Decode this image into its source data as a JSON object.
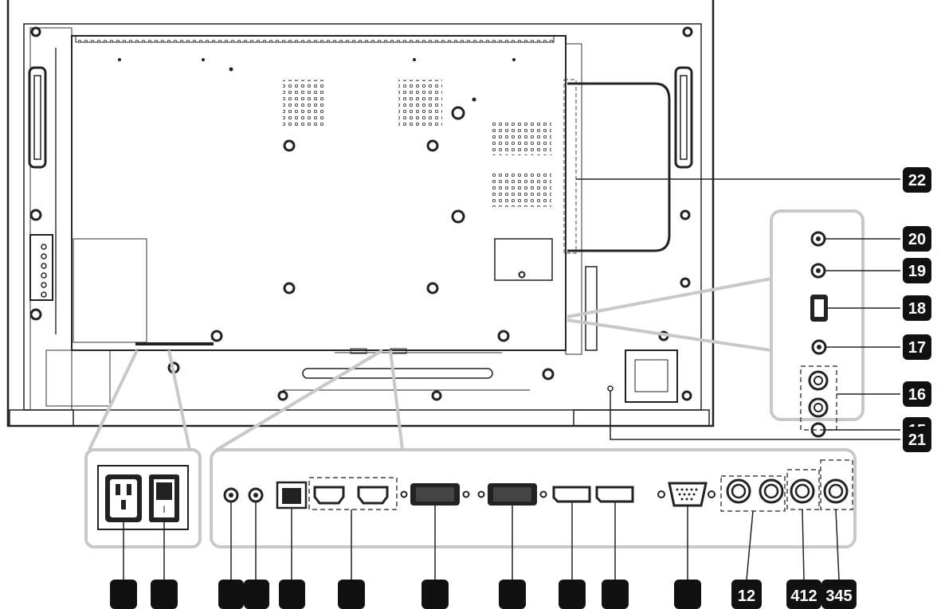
{
  "diagram": {
    "side_labels": [
      "22",
      "20",
      "19",
      "18",
      "17",
      "16",
      "15",
      "21"
    ],
    "bottom_labels": [
      "",
      "",
      "",
      "",
      "",
      "",
      "",
      "",
      "",
      "",
      "",
      "12",
      "412",
      "345"
    ]
  }
}
